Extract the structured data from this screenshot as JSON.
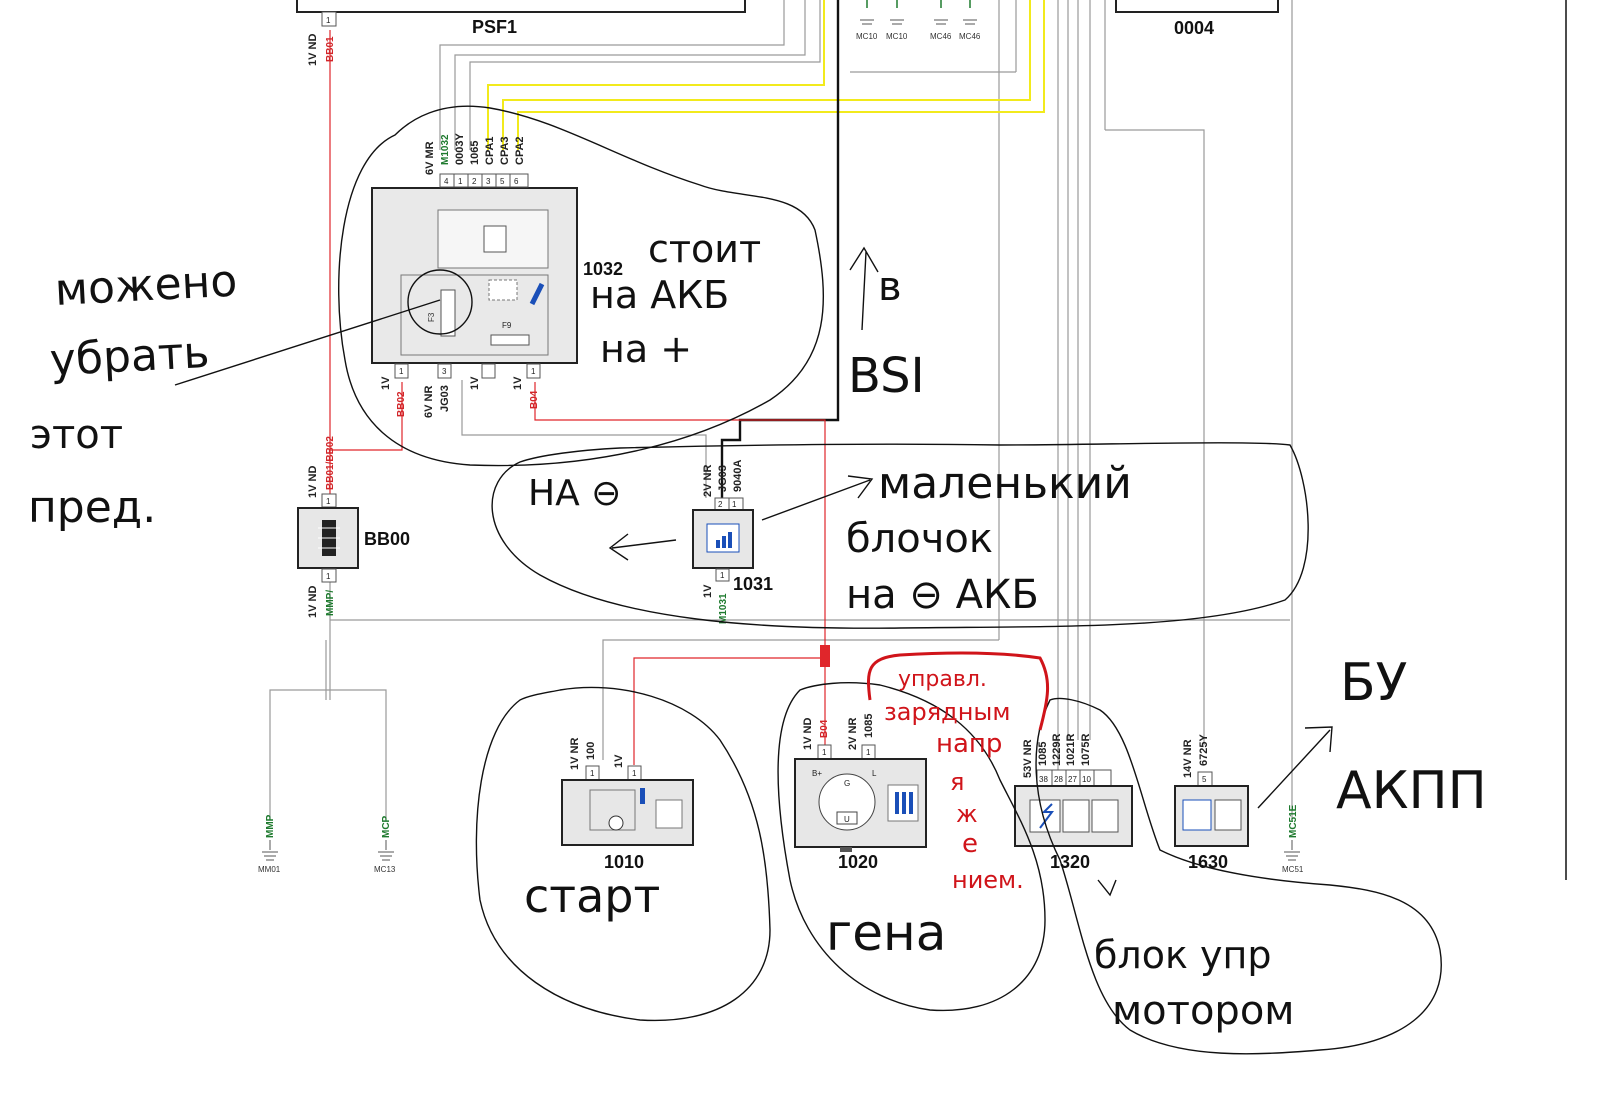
{
  "components": {
    "psf1": "PSF1",
    "c0004": "0004",
    "c1032": "1032",
    "bb00": "BB00",
    "c1031": "1031",
    "c1010": "1010",
    "c1020": "1020",
    "c1320": "1320",
    "c1630": "1630"
  },
  "fuses": {
    "f3": "F3",
    "f9": "F9"
  },
  "wires": {
    "bb01": "BB01",
    "bb01_bb02": "BB01/BB02",
    "bb02": "BB02",
    "b04": "B04",
    "b04_gen": "B04",
    "jg03": "JG03",
    "jg03b": "JG03",
    "w9040a": "9040A",
    "m1032": "M1032",
    "w0003y": "0003Y",
    "w1065": "1065",
    "cpa1": "CPA1",
    "cpa3": "CPA3",
    "cpa2": "CPA2",
    "mmp": "MMP/",
    "m1031": "M1031",
    "w100": "100",
    "w1085": "1085",
    "w1085b": "1085",
    "w1229r": "1229R",
    "w1021r": "1021R",
    "w1075r": "1075R",
    "w6725y": "6725Y",
    "mc51e": "MC51E",
    "mmp_gnd": "MMP",
    "mcp_gnd": "MCP"
  },
  "connectors": {
    "psf1_pin": "1V ND",
    "c1032_top": "6V MR",
    "c1032_b1": "1V",
    "c1032_b2": "6V NR",
    "c1032_b3": "1V",
    "c1032_b4": "1V",
    "bb00_top": "1V ND",
    "bb00_bot": "1V ND",
    "c1031_top": "2V NR",
    "c1031_bot": "1V",
    "c1010_a": "1V NR",
    "c1010_b": "1V",
    "c1020_a": "1V ND",
    "c1020_b": "2V NR",
    "c1320": "53V NR",
    "c1630": "14V NR"
  },
  "pins": {
    "c1032_top": [
      "4",
      "1",
      "2",
      "3",
      "5",
      "6"
    ],
    "c1032_bottom": [
      "1",
      "3",
      "1"
    ],
    "c1320": [
      "38",
      "28",
      "27",
      "10"
    ],
    "c1630": "5",
    "c1031_top": [
      "2",
      "1"
    ],
    "c1031_bot": "1",
    "one": "1",
    "gen_b": "B+",
    "gen_l": "L",
    "gen_g": "G",
    "gen_u": "U"
  },
  "grounds": {
    "mc10a": "MC10",
    "mc10b": "MC10",
    "mc46a": "MC46",
    "mc46b": "MC46",
    "mm01": "MM01",
    "mc13": "MC13",
    "mc51": "MC51"
  },
  "handwriting": {
    "remove": [
      "можено",
      "убрать",
      "этот",
      "пред."
    ],
    "stock": [
      "стоит",
      "на АКБ",
      "на +"
    ],
    "bsi": [
      "в",
      "BSI"
    ],
    "minus": "НА ⊖",
    "small_block": [
      "маленький",
      "блочок",
      "на ⊖ АКБ"
    ],
    "starter": "старт",
    "gen": "гена",
    "control_red": [
      "управл.",
      "зарядным",
      "напр",
      "я",
      "ж",
      "е",
      "нием."
    ],
    "ecu": [
      "блок упр",
      "мотором"
    ],
    "gearbox": [
      "БУ",
      "АКПП"
    ]
  },
  "colors": {
    "red": "#e0262b",
    "yellow": "#f2ea1c",
    "black": "#111111",
    "grey": "#9a9a9a",
    "green": "#1e7a2e",
    "blue": "#1a4fb8"
  }
}
